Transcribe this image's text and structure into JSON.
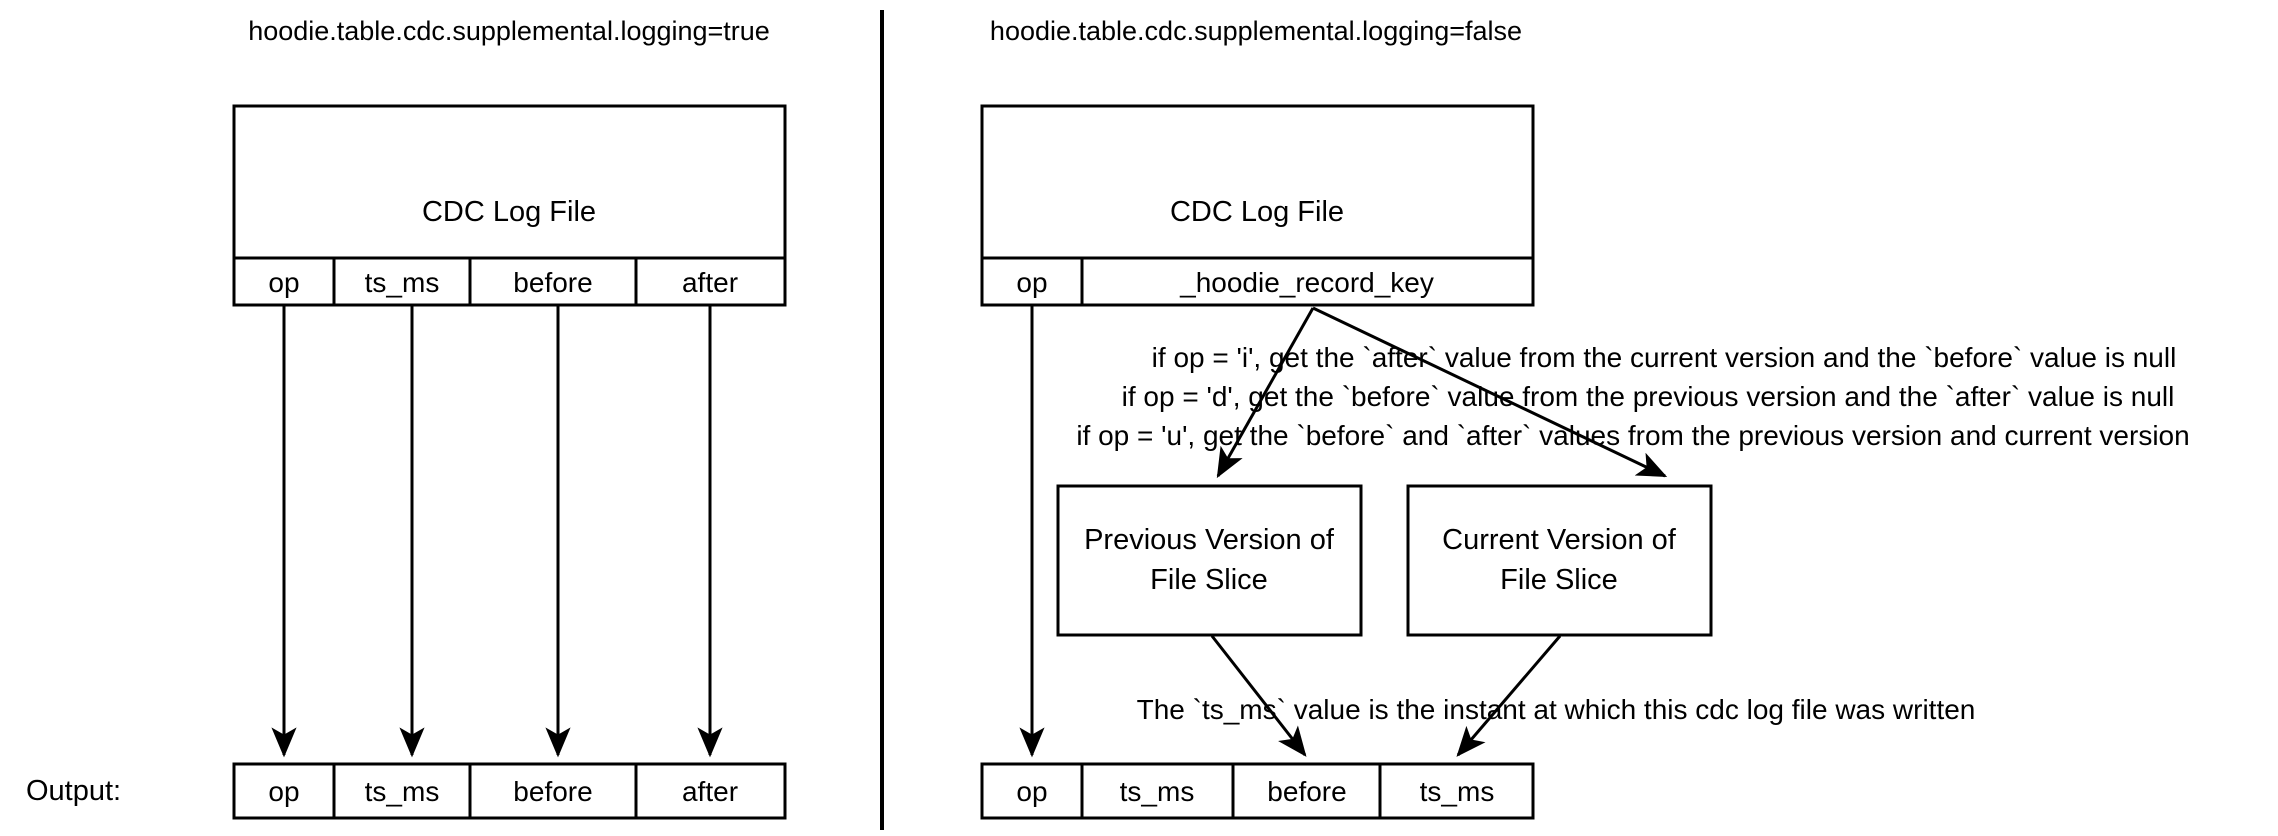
{
  "diagram": {
    "title_left": "hoodie.table.cdc.supplemental.logging=true",
    "title_right": "hoodie.table.cdc.supplemental.logging=false",
    "output_label": "Output:",
    "left_panel": {
      "source_box_label": "CDC Log File",
      "source_columns": [
        "op",
        "ts_ms",
        "before",
        "after"
      ],
      "output_columns": [
        "op",
        "ts_ms",
        "before",
        "after"
      ]
    },
    "right_panel": {
      "source_box_label": "CDC Log File",
      "source_columns": [
        "op",
        "_hoodie_record_key"
      ],
      "rule_lines": [
        "if op = 'i', get the `after` value from the current version and the `before` value is null",
        "if op = 'd', get the `before` value from the previous version  and the `after` value is null",
        "if op = 'u', get the `before` and `after` values from the previous version and current version"
      ],
      "previous_version_box": "Previous Version of File Slice",
      "previous_version_box_line1": "Previous Version of",
      "previous_version_box_line2": "File Slice",
      "current_version_box": "Current Version of File Slice",
      "current_version_box_line1": "Current Version of",
      "current_version_box_line2": "File Slice",
      "ts_note": "The `ts_ms` value is the instant at which this cdc log file was written",
      "output_columns": [
        "op",
        "ts_ms",
        "before",
        "ts_ms"
      ]
    },
    "colors": {
      "stroke": "#000000",
      "fill": "#ffffff",
      "text": "#000000"
    }
  }
}
